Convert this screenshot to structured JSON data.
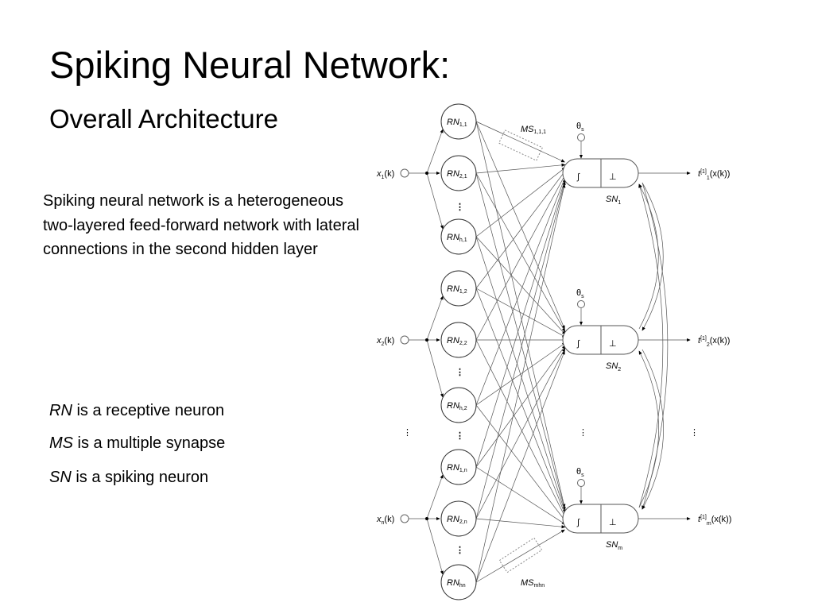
{
  "title": "Spiking Neural Network:",
  "subtitle": "Overall Architecture",
  "description": "Spiking neural network is a heterogeneous two-layered feed-forward network with lateral connections in the second hidden layer",
  "definitions": [
    {
      "term": "RN",
      "text": " is a receptive neuron"
    },
    {
      "term": "MS",
      "text": " is a multiple synapse"
    },
    {
      "term": "SN",
      "text": " is a spiking neuron"
    }
  ],
  "diagram": {
    "inputs": [
      {
        "main": "x",
        "sub": "1",
        "tail": "(k)"
      },
      {
        "main": "x",
        "sub": "2",
        "tail": "(k)"
      },
      {
        "main": "x",
        "sub": "n",
        "tail": "(k)"
      }
    ],
    "receptive_neurons": [
      {
        "main": "RN",
        "sub": "1,1"
      },
      {
        "main": "RN",
        "sub": "2,1"
      },
      {
        "main": "RN",
        "sub": "h,1"
      },
      {
        "main": "RN",
        "sub": "1,2"
      },
      {
        "main": "RN",
        "sub": "2,2"
      },
      {
        "main": "RN",
        "sub": "h,2"
      },
      {
        "main": "RN",
        "sub": "1,n"
      },
      {
        "main": "RN",
        "sub": "2,n"
      },
      {
        "main": "RN",
        "sub": "hn"
      }
    ],
    "spiking_neurons": [
      {
        "main": "SN",
        "sub": "1",
        "integrator": "∫",
        "threshold": "⊥",
        "theta": "θ",
        "theta_sub": "s",
        "out_main": "t",
        "out_sub": "1",
        "out_sup": "[1]",
        "out_tail": "(x(k))"
      },
      {
        "main": "SN",
        "sub": "2",
        "integrator": "∫",
        "threshold": "⊥",
        "theta": "θ",
        "theta_sub": "s",
        "out_main": "t",
        "out_sub": "2",
        "out_sup": "[1]",
        "out_tail": "(x(k))"
      },
      {
        "main": "SN",
        "sub": "m",
        "integrator": "∫",
        "threshold": "⊥",
        "theta": "θ",
        "theta_sub": "s",
        "out_main": "t",
        "out_sub": "m",
        "out_sup": "[1]",
        "out_tail": "(x(k))"
      }
    ],
    "synapses": [
      {
        "main": "MS",
        "sub": "1,1,1"
      },
      {
        "main": "MS",
        "sub": "mhn"
      }
    ],
    "vdots": "⋮"
  }
}
